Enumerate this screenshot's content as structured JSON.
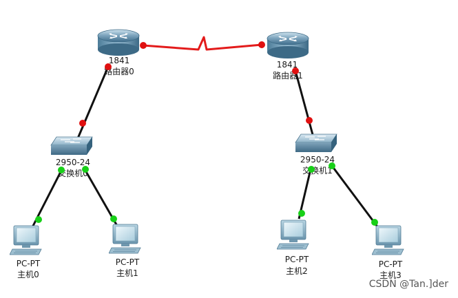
{
  "colors": {
    "serial_link": "#e31b1b",
    "ethernet_link": "#111111",
    "port_down": "#e01010",
    "port_up": "#18d018"
  },
  "devices": {
    "router0": {
      "model": "1841",
      "name": "路由器0",
      "icon": "router-icon"
    },
    "router1": {
      "model": "1841",
      "name": "路由器1",
      "icon": "router-icon"
    },
    "switch0": {
      "model": "2950-24",
      "name": "交换机0",
      "icon": "switch-icon"
    },
    "switch1": {
      "model": "2950-24",
      "name": "交换机1",
      "icon": "switch-icon"
    },
    "pc0": {
      "model": "PC-PT",
      "name": "主机0",
      "icon": "pc-icon"
    },
    "pc1": {
      "model": "PC-PT",
      "name": "主机1",
      "icon": "pc-icon"
    },
    "pc2": {
      "model": "PC-PT",
      "name": "主机2",
      "icon": "pc-icon"
    },
    "pc3": {
      "model": "PC-PT",
      "name": "主机3",
      "icon": "pc-icon"
    }
  },
  "links": [
    {
      "from": "router0",
      "to": "router1",
      "type": "serial",
      "status_from": "down",
      "status_to": "down"
    },
    {
      "from": "router0",
      "to": "switch0",
      "type": "ethernet",
      "status_from": "down",
      "status_to": "down"
    },
    {
      "from": "router1",
      "to": "switch1",
      "type": "ethernet",
      "status_from": "down",
      "status_to": "down"
    },
    {
      "from": "switch0",
      "to": "pc0",
      "type": "ethernet",
      "status_from": "up",
      "status_to": "up"
    },
    {
      "from": "switch0",
      "to": "pc1",
      "type": "ethernet",
      "status_from": "up",
      "status_to": "up"
    },
    {
      "from": "switch1",
      "to": "pc2",
      "type": "ethernet",
      "status_from": "up",
      "status_to": "up"
    },
    {
      "from": "switch1",
      "to": "pc3",
      "type": "ethernet",
      "status_from": "up",
      "status_to": "up"
    }
  ],
  "watermark": "CSDN @Tan.]der"
}
